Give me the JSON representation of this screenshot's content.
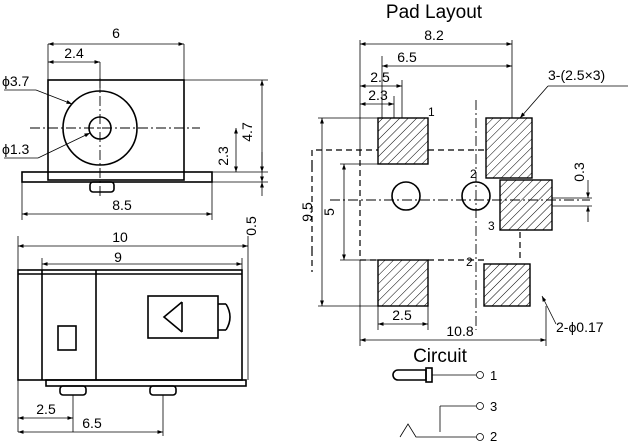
{
  "front_view": {
    "dim_width": "6",
    "dim_offset": "2.4",
    "dim_outer_diameter": "ϕ3.7",
    "dim_inner_diameter": "ϕ1.3",
    "dim_height": "4.7",
    "dim_center_height": "2.3",
    "dim_flange_width": "8.5",
    "dim_flange_thickness": "0.5"
  },
  "top_view": {
    "dim_total_length": "10",
    "dim_body_length": "9",
    "dim_pin_offset": "2.5",
    "dim_pin_pitch": "6.5"
  },
  "pad_layout": {
    "title": "Pad Layout",
    "dim_overall_width": "8.2",
    "dim_pad_pitch": "6.5",
    "dim_pad_width": "2.5",
    "dim_pad_edge": "2.3",
    "pad_size_note": "3-(2.5×3)",
    "dim_overall_height": "9.5",
    "dim_pad_spacing": "5",
    "dim_offset": "0.3",
    "dim_bottom_pad_width": "2.5",
    "dim_bottom_length": "10.8",
    "hole_note": "2-ϕ0.17",
    "pad_labels": [
      "1",
      "2",
      "3",
      "2"
    ]
  },
  "circuit": {
    "title": "Circuit",
    "pin_labels": [
      "1",
      "3",
      "2"
    ]
  }
}
